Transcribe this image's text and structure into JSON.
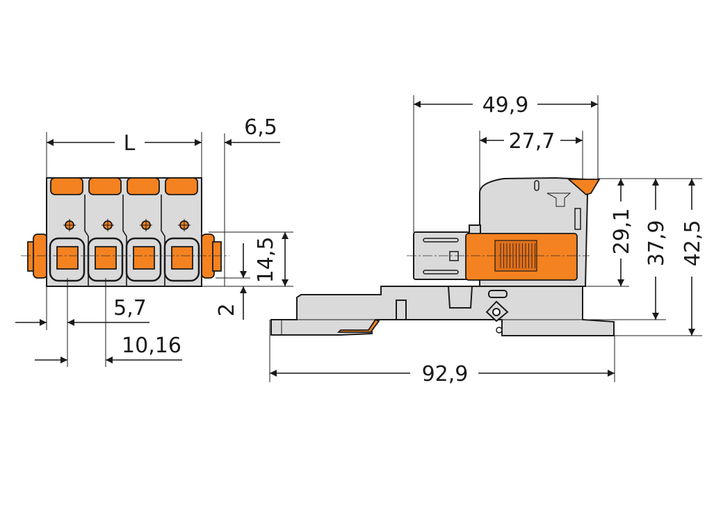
{
  "colors": {
    "housing": "#dadada",
    "actuator": "#f58220",
    "line": "#1a1a1a"
  },
  "front_view": {
    "dimensions": {
      "length": "L",
      "pitch_offset": "6,5",
      "height": "14,5",
      "offset": "2",
      "first_pin": "5,7",
      "pitch": "10,16"
    },
    "pole_count": 4
  },
  "side_view": {
    "dimensions": {
      "overall_depth": "49,9",
      "housing_depth": "27,7",
      "height_a": "29,1",
      "height_b": "37,9",
      "height_c": "42,5",
      "total_length": "92,9"
    }
  }
}
